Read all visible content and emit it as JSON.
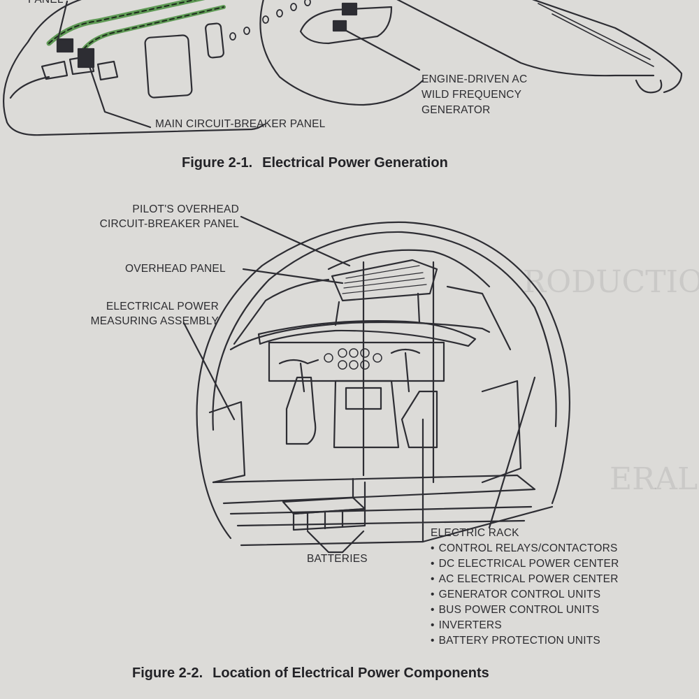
{
  "figure1": {
    "caption_number": "Figure 2-1.",
    "caption_title": "Electrical Power Generation",
    "labels": {
      "top_panel": "PANEL",
      "main_cb_panel": "MAIN CIRCUIT-BREAKER PANEL",
      "generator": [
        "ENGINE-DRIVEN AC",
        "WILD FREQUENCY",
        "GENERATOR"
      ]
    }
  },
  "figure2": {
    "caption_number": "Figure 2-2.",
    "caption_title": "Location of Electrical Power Components",
    "labels": {
      "pilot_overhead": [
        "PILOT'S OVERHEAD",
        "CIRCUIT-BREAKER PANEL"
      ],
      "overhead_panel": "OVERHEAD PANEL",
      "measuring": [
        "ELECTRICAL POWER",
        "MEASURING ASSEMBLY"
      ],
      "batteries": "BATTERIES",
      "rack_title": "ELECTRIC RACK",
      "rack_items": [
        "CONTROL RELAYS/CONTACTORS",
        "DC ELECTRICAL POWER CENTER",
        "AC ELECTRICAL POWER CENTER",
        "GENERATOR CONTROL UNITS",
        "BUS POWER CONTROL UNITS",
        "INVERTERS",
        "BATTERY PROTECTION UNITS"
      ]
    }
  },
  "background_bleed": {
    "heading1": "RODUCTIO",
    "heading2": "ERAL"
  },
  "colors": {
    "paper": "#dcdbd8",
    "ink": "#2a2a2e",
    "wiring_green": "#5f9a55"
  }
}
